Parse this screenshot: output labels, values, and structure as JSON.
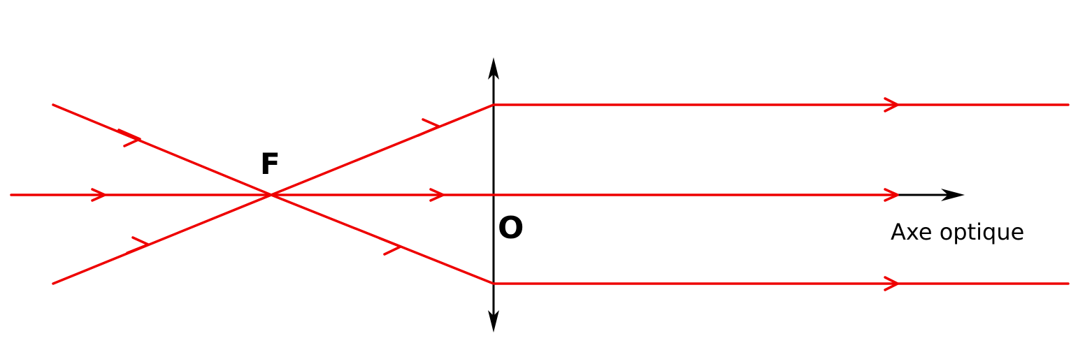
{
  "labels": {
    "focal_point": "F",
    "optical_center": "O",
    "optical_axis": "Axe optique"
  },
  "colors": {
    "ray": "#ee0000",
    "axis": "#000000",
    "lens": "#000000",
    "background": "#ffffff"
  }
}
